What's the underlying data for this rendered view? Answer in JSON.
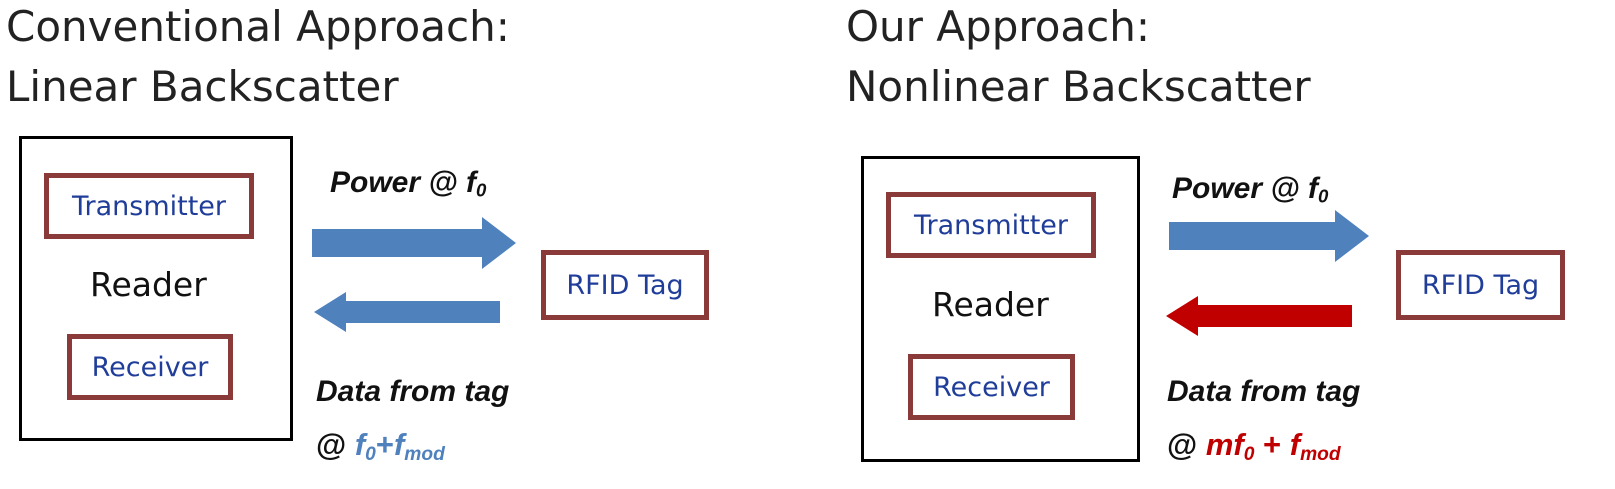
{
  "left": {
    "heading_line1": "Conventional Approach:",
    "heading_line2": "Linear Backscatter",
    "transmitter": "Transmitter",
    "reader": "Reader",
    "receiver": "Receiver",
    "tag": "RFID Tag",
    "power_label": "Power @ f",
    "power_sub": "0",
    "data_label": "Data from tag",
    "formula_at": "@ ",
    "formula_f": "f",
    "formula_f_sub": "0",
    "formula_plus": "+",
    "formula_fmod": "f",
    "formula_fmod_sub": "mod",
    "forward_arrow_color": "#4f81bd",
    "return_arrow_color": "#4f81bd",
    "formula_color": "#4f81bd"
  },
  "right": {
    "heading_line1": "Our Approach:",
    "heading_line2": "Nonlinear Backscatter",
    "transmitter": "Transmitter",
    "reader": "Reader",
    "receiver": "Receiver",
    "tag": "RFID Tag",
    "power_label": "Power @ f",
    "power_sub": "0",
    "data_label": "Data from tag",
    "formula_at": "@ ",
    "formula_mf": "mf",
    "formula_mf_sub": "0",
    "formula_plus": " + ",
    "formula_fmod": "f",
    "formula_fmod_sub": "mod",
    "forward_arrow_color": "#4f81bd",
    "return_arrow_color": "#c00000",
    "formula_color": "#c00000"
  },
  "colors": {
    "box_border": "#8b3a3a",
    "inner_text": "#1f3d99"
  }
}
